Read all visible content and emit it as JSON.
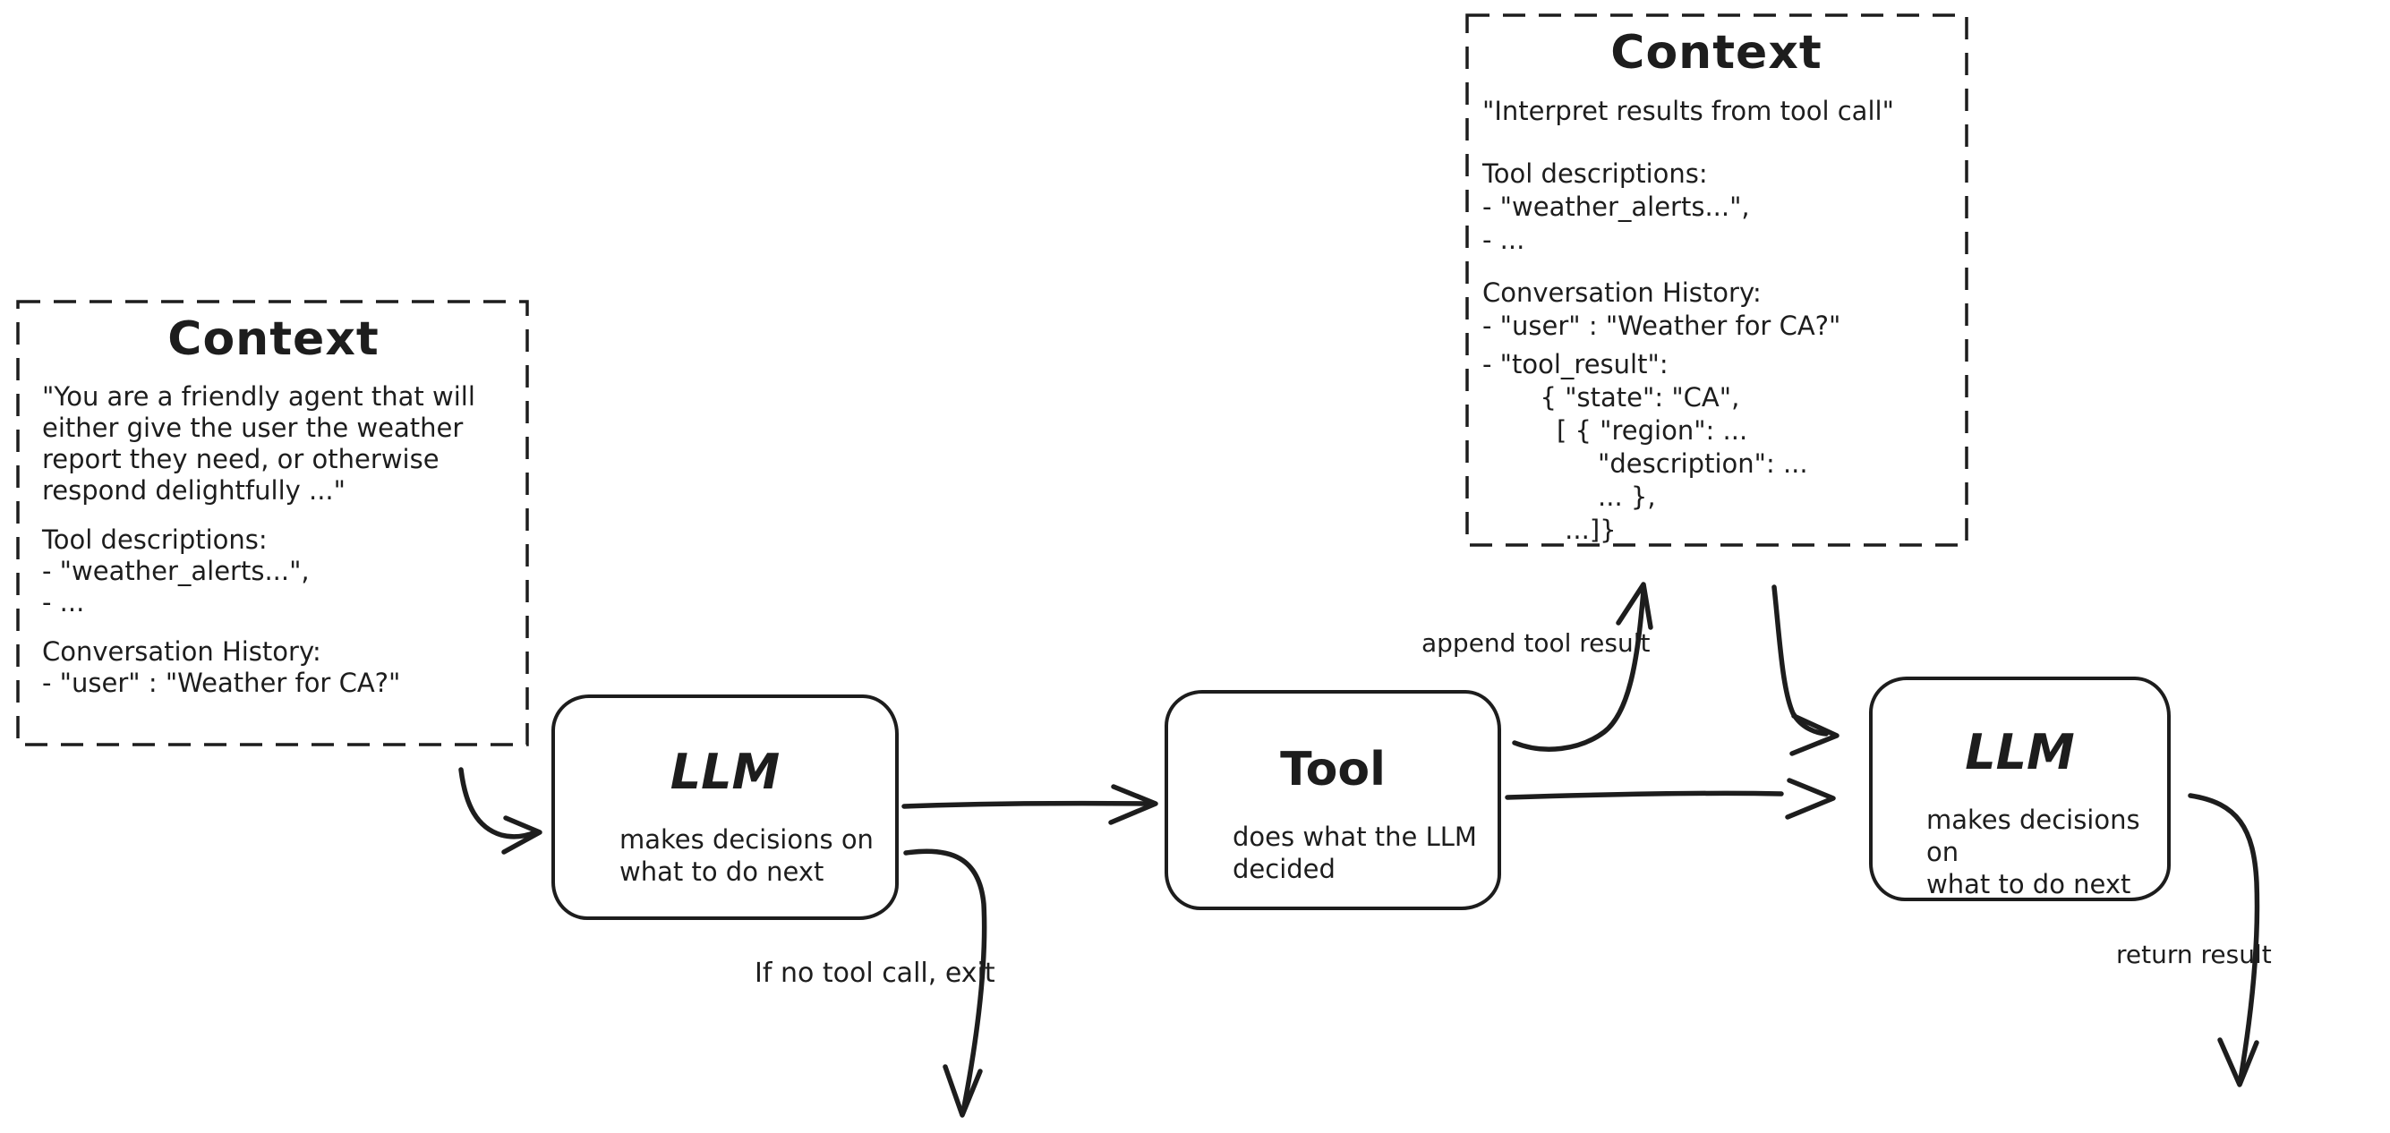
{
  "diagram": {
    "background": "#ffffff",
    "ink_color": "#1d1d1d"
  },
  "context_left": {
    "title": "Context",
    "system_prompt": "\"You are a friendly agent that will\neither give the user the weather\nreport they need, or otherwise\nrespond delightfully ...\"",
    "tool_descriptions_heading": "Tool descriptions:",
    "tool_descriptions": [
      "- \"weather_alerts...\",",
      "- ..."
    ],
    "history_heading": "Conversation History:",
    "history": [
      "- \"user\" : \"Weather for CA?\""
    ]
  },
  "context_right": {
    "title": "Context",
    "system_prompt": "\"Interpret results from tool call\"",
    "tool_descriptions_heading": "Tool descriptions:",
    "tool_descriptions": [
      "- \"weather_alerts...\",",
      "- ..."
    ],
    "history_heading": "Conversation History:",
    "history": [
      "- \"user\" : \"Weather for CA?\""
    ],
    "tool_result": "- \"tool_result\":\n       { \"state\": \"CA\",\n         [ { \"region\": ...\n              \"description\": ...\n              ... },\n          ...]}"
  },
  "nodes": {
    "llm1": {
      "title": "LLM",
      "description": "makes decisions on\nwhat to do next"
    },
    "tool": {
      "title": "Tool",
      "description": "does what the LLM\ndecided"
    },
    "llm2": {
      "title": "LLM",
      "description": "makes decisions on\nwhat to do next"
    }
  },
  "edge_labels": {
    "append_tool_result": "append tool result",
    "if_no_tool_call_exit": "If no tool call, exit",
    "return_result": "return result"
  }
}
